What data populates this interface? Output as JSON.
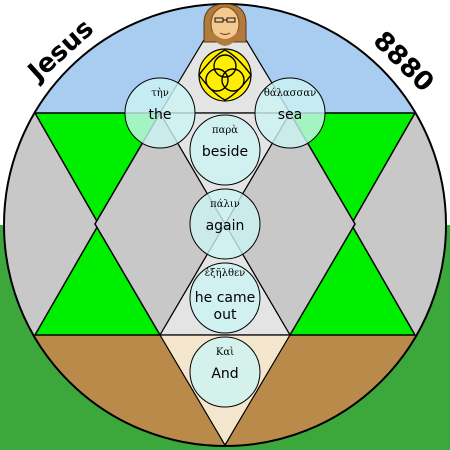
{
  "labels": {
    "left": "Jesus",
    "right": "8880"
  },
  "words": [
    {
      "greek": "τὴν",
      "english": "the"
    },
    {
      "greek": "θάλασσαν",
      "english": "sea"
    },
    {
      "greek": "παρὰ",
      "english": "beside"
    },
    {
      "greek": "πάλιν",
      "english": "again"
    },
    {
      "greek": "ἐξῆλθεν",
      "english_line1": "he came",
      "english_line2": "out"
    },
    {
      "greek": "Καὶ",
      "english": "And"
    }
  ],
  "colors": {
    "sky": "#a8cdf0",
    "grass": "#3ca83c",
    "earth": "#b98a4a",
    "triangle_green": "#00ee00",
    "gray": "#c8c8c8",
    "light_gray": "#e4e4e4",
    "beige": "#f4e6cc",
    "bubble": "#ccf4f4",
    "yellow": "#ffee00"
  },
  "icons": [
    "jesus-face-icon",
    "triquetra-icon"
  ]
}
